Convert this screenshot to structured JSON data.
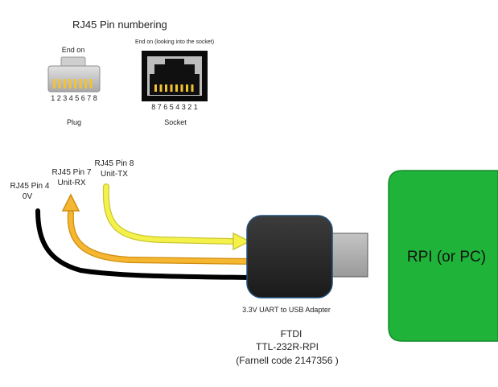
{
  "title": "RJ45 Pin numbering",
  "plug": {
    "caption_top": "End on",
    "pin_numbers": "1 2 3 4 5 6 7 8",
    "label": "Plug"
  },
  "socket": {
    "caption_top": "End on (looking into the socket)",
    "pin_numbers": "8 7 6 5 4 3 2 1",
    "label": "Socket"
  },
  "wires": {
    "pin4": {
      "line1": "RJ45 Pin 4",
      "line2": "0V",
      "color": "#000000"
    },
    "pin7": {
      "line1": "RJ45 Pin 7",
      "line2": "Unit-RX",
      "color": "#f5b731"
    },
    "pin8": {
      "line1": "RJ45 Pin 8",
      "line2": "Unit-TX",
      "color": "#f4f24a"
    }
  },
  "adapter": {
    "caption": "3.3V UART to USB Adapter",
    "name_line1": "FTDI",
    "name_line2": "TTL-232R-RPI",
    "name_line3": "(Farnell code 2147356 )"
  },
  "rpi": {
    "label": "RPI (or PC)",
    "color": "#1fb33a"
  }
}
